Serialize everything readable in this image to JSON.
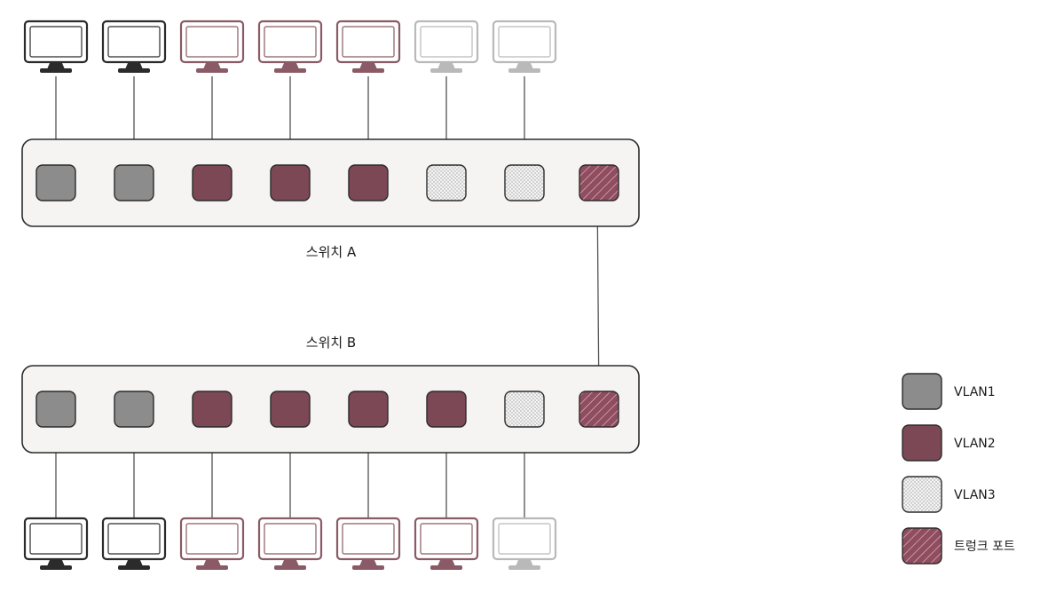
{
  "colors": {
    "vlan1": "#8c8c8c",
    "vlan2": "#7d4855",
    "vlan3": "#f1f1f1",
    "trunk": "#8f4d5f",
    "switch_body": "#f5f4f3",
    "outline": "#2b2b2b",
    "monitor_vlan1": "#2b2b2b",
    "monitor_vlan2": "#8a5a66",
    "monitor_vlan3": "#b9b9b9"
  },
  "switch_a": {
    "label": "스위치 A",
    "ports": [
      "vlan1",
      "vlan1",
      "vlan2",
      "vlan2",
      "vlan2",
      "vlan3",
      "vlan3",
      "trunk"
    ],
    "hosts": [
      "vlan1",
      "vlan1",
      "vlan2",
      "vlan2",
      "vlan2",
      "vlan3",
      "vlan3"
    ]
  },
  "switch_b": {
    "label": "스위치 B",
    "ports": [
      "vlan1",
      "vlan1",
      "vlan2",
      "vlan2",
      "vlan2",
      "vlan2",
      "vlan3",
      "trunk"
    ],
    "hosts": [
      "vlan1",
      "vlan1",
      "vlan2",
      "vlan2",
      "vlan2",
      "vlan2",
      "vlan3"
    ]
  },
  "legend": [
    {
      "key": "vlan1",
      "label": "VLAN1"
    },
    {
      "key": "vlan2",
      "label": "VLAN2"
    },
    {
      "key": "vlan3",
      "label": "VLAN3"
    },
    {
      "key": "trunk",
      "label": "트렁크 포트"
    }
  ]
}
